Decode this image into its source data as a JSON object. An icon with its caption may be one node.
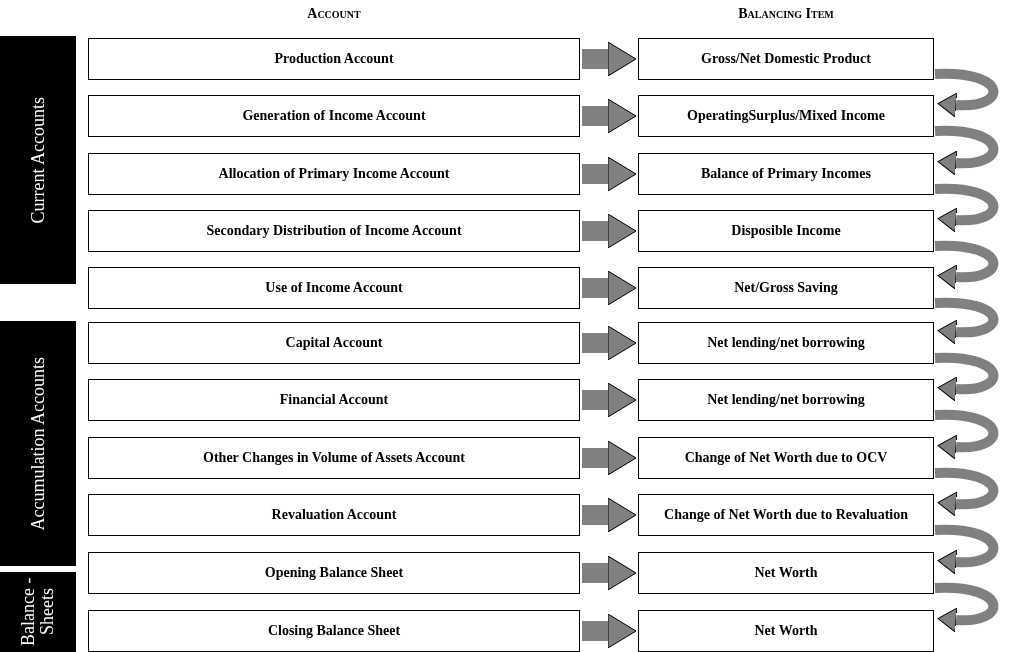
{
  "diagram": {
    "nodes": [
      {
        "text": [
          "Current Accounts"
        ]
      },
      {
        "text": [
          "Accumulation Accounts"
        ]
      },
      {
        "text": [
          "Balance -Sheets"
        ]
      },
      {
        "text": [
          "Production Account"
        ]
      },
      {
        "text": [
          "Gross/Net Domestic Product"
        ]
      },
      {
        "text": [
          "Generation of Income Account"
        ]
      },
      {
        "text": [
          "OperatingSurplus/Mixed Income"
        ]
      },
      {
        "text": [
          "Allocation of Primary Income Account"
        ]
      },
      {
        "text": [
          "Balance of Primary Incomes"
        ]
      },
      {
        "text": [
          "Secondary Distribution of Income Account"
        ]
      },
      {
        "text": [
          "Disposible Income"
        ]
      },
      {
        "text": [
          "Use of Income Account"
        ]
      },
      {
        "text": [
          "Net/Gross Saving"
        ]
      },
      {
        "text": [
          "Capital Account"
        ]
      },
      {
        "text": [
          "Net lending/net borrowing"
        ]
      },
      {
        "text": [
          "Financial Account"
        ]
      },
      {
        "text": [
          "Net lending/net borrowing"
        ]
      },
      {
        "text": [
          "Other Changes in Volume of Assets Account"
        ]
      },
      {
        "text": [
          "Change of Net Worth due to OCV"
        ]
      },
      {
        "text": [
          "Revaluation Account"
        ]
      },
      {
        "text": [
          "Change of Net Worth due to Revaluation"
        ]
      },
      {
        "text": [
          "Opening Balance Sheet"
        ]
      },
      {
        "text": [
          "Net Worth"
        ]
      },
      {
        "text": [
          "Closing Balance Sheet"
        ]
      },
      {
        "text": [
          "Net Worth"
        ]
      }
    ],
    "edges": [
      {
        "from": 3,
        "to": 4,
        "arrow": "to"
      },
      {
        "from": 5,
        "to": 6,
        "arrow": "to"
      },
      {
        "from": 7,
        "to": 8,
        "arrow": "to"
      },
      {
        "from": 9,
        "to": 10,
        "arrow": "to"
      },
      {
        "from": 11,
        "to": 12,
        "arrow": "to"
      },
      {
        "from": 13,
        "to": 14,
        "arrow": "to"
      },
      {
        "from": 15,
        "to": 16,
        "arrow": "to"
      },
      {
        "from": 17,
        "to": 18,
        "arrow": "to"
      },
      {
        "from": 19,
        "to": 20,
        "arrow": "to"
      },
      {
        "from": 21,
        "to": 22,
        "arrow": "to"
      },
      {
        "from": 23,
        "to": 24,
        "arrow": "to"
      },
      {
        "from": 4,
        "to": 6,
        "arrow": "to"
      },
      {
        "from": 6,
        "to": 8,
        "arrow": "to"
      },
      {
        "from": 8,
        "to": 10,
        "arrow": "to"
      },
      {
        "from": 10,
        "to": 12,
        "arrow": "to"
      },
      {
        "from": 12,
        "to": 14,
        "arrow": "to"
      },
      {
        "from": 14,
        "to": 16,
        "arrow": "to"
      },
      {
        "from": 16,
        "to": 18,
        "arrow": "to"
      },
      {
        "from": 18,
        "to": 20,
        "arrow": "to"
      },
      {
        "from": 20,
        "to": 22,
        "arrow": "to"
      },
      {
        "from": 22,
        "to": 24,
        "arrow": "to"
      }
    ],
    "labels": [
      "Account",
      "Balancing Item"
    ]
  }
}
